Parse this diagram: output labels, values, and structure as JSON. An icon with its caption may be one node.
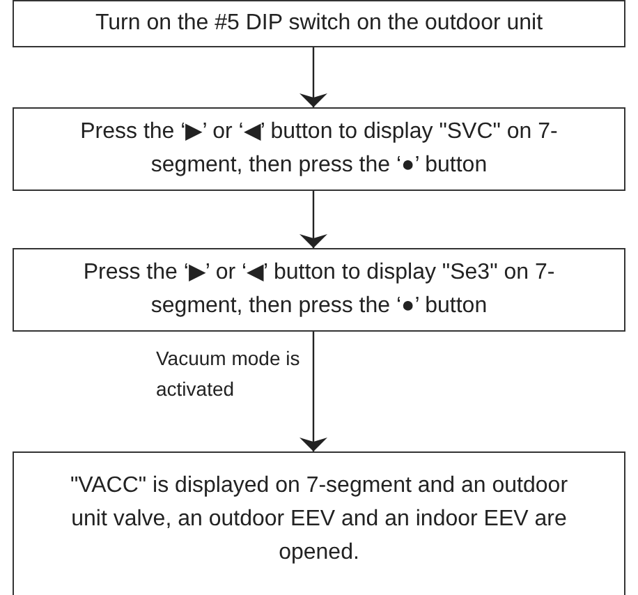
{
  "diagram": {
    "nodes": [
      {
        "text": [
          "Turn on the #5 DIP switch on the outdoor unit"
        ]
      },
      {
        "text": [
          "Press the ‘▶’ or ‘◀’ button to display \"SVC\" on 7-segment, then press the ‘●’ button"
        ]
      },
      {
        "text": [
          "Press the ‘▶’ or ‘◀’ button to display \"Se3\" on 7-segment, then press the ‘●’ button"
        ]
      },
      {
        "text": [
          "\"VACC\" is displayed on 7-segment and an outdoor unit valve, an outdoor EEV and an indoor EEV are opened."
        ]
      }
    ],
    "edges": [
      {
        "from": 0,
        "to": 1,
        "arrow": "to"
      },
      {
        "from": 1,
        "to": 2,
        "arrow": "to"
      },
      {
        "from": 2,
        "to": 3,
        "arrow": "to",
        "label": "Vacuum mode is activated"
      }
    ]
  }
}
